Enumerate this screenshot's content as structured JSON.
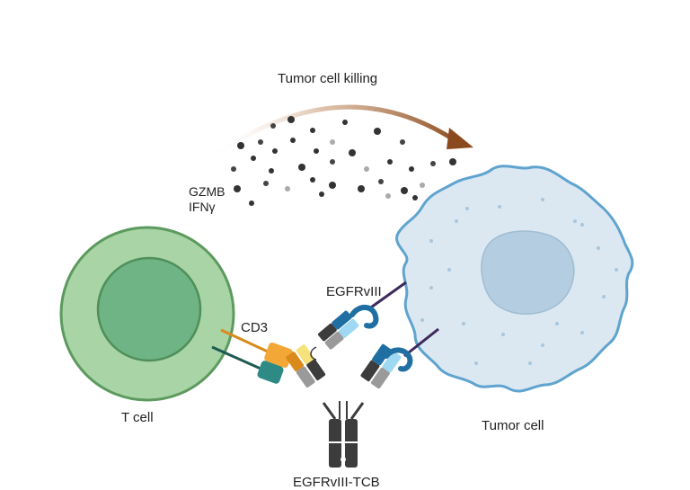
{
  "labels": {
    "killing": "Tumor cell killing",
    "gzmb": "GZMB",
    "ifng": "IFNγ",
    "egfrviii": "EGFRvIII",
    "cd3": "CD3",
    "t_cell": "T cell",
    "tumor_cell": "Tumor cell",
    "egfrviii_tcb": "EGFRvIII-TCB"
  },
  "colors": {
    "t_cell_outer": "#a8d4a6",
    "t_cell_inner": "#6fb485",
    "t_cell_stroke": "#5c9a5e",
    "tumor_body": "#dbe8f1",
    "tumor_stroke": "#5fa3cf",
    "tumor_nucleus": "#b4cde0",
    "arrow": "#8b4a1e",
    "cd3": "#f2a736",
    "cd3_dark": "#d98a1a",
    "teal": "#2e8a84",
    "antibody_dark": "#3c3c3c",
    "antibody_gray": "#9a9a9a",
    "binder_blue": "#1f6fa3",
    "binder_light": "#9ed8f2",
    "binder_yellow": "#f6e27a",
    "receptor": "#3d2a5c"
  }
}
